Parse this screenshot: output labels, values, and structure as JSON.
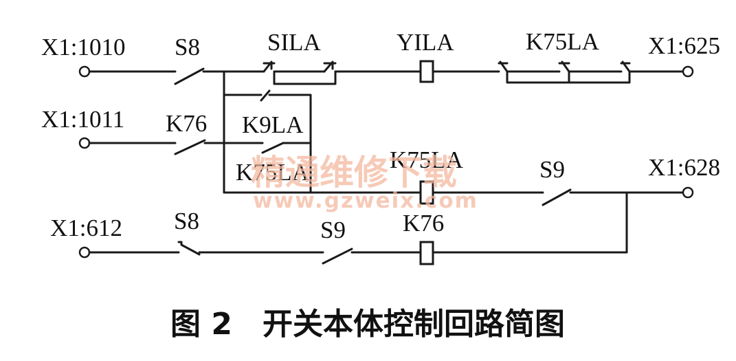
{
  "terminals": {
    "x1_1010": "X1:1010",
    "x1_1011": "X1:1011",
    "x1_612": "X1:612",
    "x1_625": "X1:625",
    "x1_628": "X1:628"
  },
  "components": {
    "s8_top": "S8",
    "sila": "SILA",
    "yila": "YILA",
    "k75la_top": "K75LA",
    "k76_contact": "K76",
    "k9la": "K9LA",
    "k75la_left": "K75LA",
    "k75la_coil": "K75LA",
    "s9_right": "S9",
    "s8_bottom": "S8",
    "s9_bottom": "S9",
    "k76_coil": "K76"
  },
  "watermark": {
    "chinese": "精通维修下载",
    "url": "www.gzweix.com"
  },
  "caption": {
    "number": "图 2",
    "title": "开关本体控制回路简图"
  }
}
